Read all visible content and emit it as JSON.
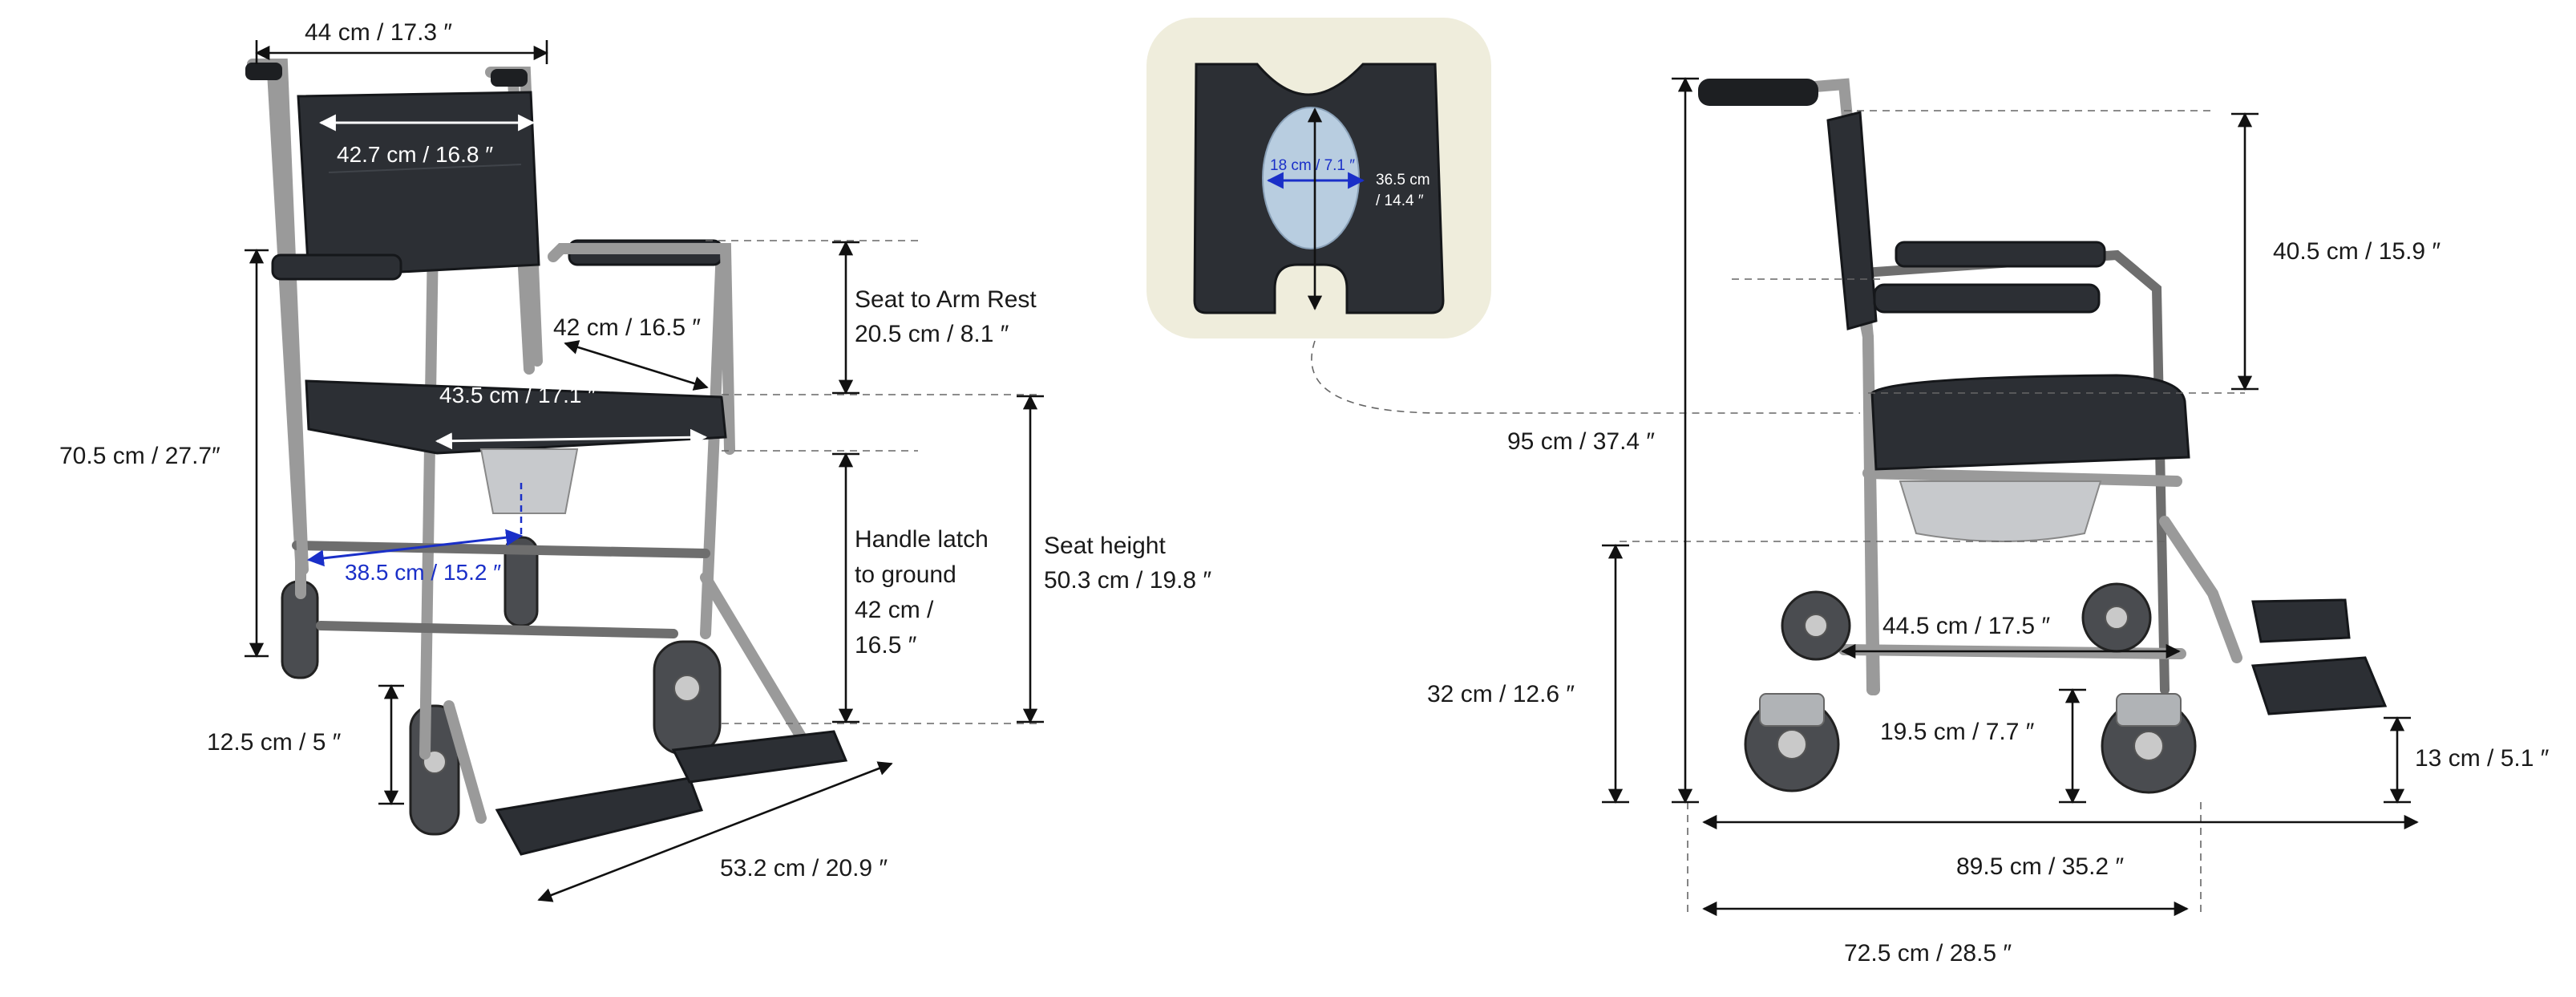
{
  "front_view": {
    "back_width": "44 cm / 17.3 ″",
    "backrest_width": "42.7 cm / 16.8 ″",
    "armrest_to_seat_depth": "42 cm / 16.5 ″",
    "seat_width": "43.5 cm / 17.1 ″",
    "between_wheels_width": "38.5 cm / 15.2 ″",
    "total_armrest_height": "70.5 cm / 27.7″",
    "wheel_height": "12.5 cm / 5 ″",
    "footrest_length": "53.2 cm / 20.9 ″",
    "seat_to_arm_rest_title": "Seat to Arm Rest",
    "seat_to_arm_rest_value": "20.5 cm / 8.1 ″",
    "handle_latch_lines": [
      "Handle latch",
      "to ground",
      "42 cm /",
      "16.5 ″"
    ],
    "seat_height_title": "Seat height",
    "seat_height_value": "50.3 cm / 19.8 ″"
  },
  "seat_inset": {
    "opening_width": "18 cm / 7.1 ″",
    "opening_length_line1": "36.5 cm",
    "opening_length_line2": "/ 14.4 ″"
  },
  "side_view": {
    "backrest_height": "40.5 cm / 15.9 ″",
    "total_height": "95 cm / 37.4 ″",
    "handle_height": "32 cm / 12.6 ″",
    "frame_depth": "44.5 cm / 17.5 ″",
    "wheelbase_height": "19.5 cm / 7.7 ″",
    "footrest_height": "13 cm / 5.1 ″",
    "overall_length": "89.5 cm / 35.2 ″",
    "wheelbase_length": "72.5 cm / 28.5 ″"
  },
  "colors": {
    "text": "#1a1a1a",
    "accent_blue": "#1a2fc8",
    "inset_background": "#efeddc",
    "upholstery": "#2c2f34",
    "frame": "#9a9a9a"
  }
}
